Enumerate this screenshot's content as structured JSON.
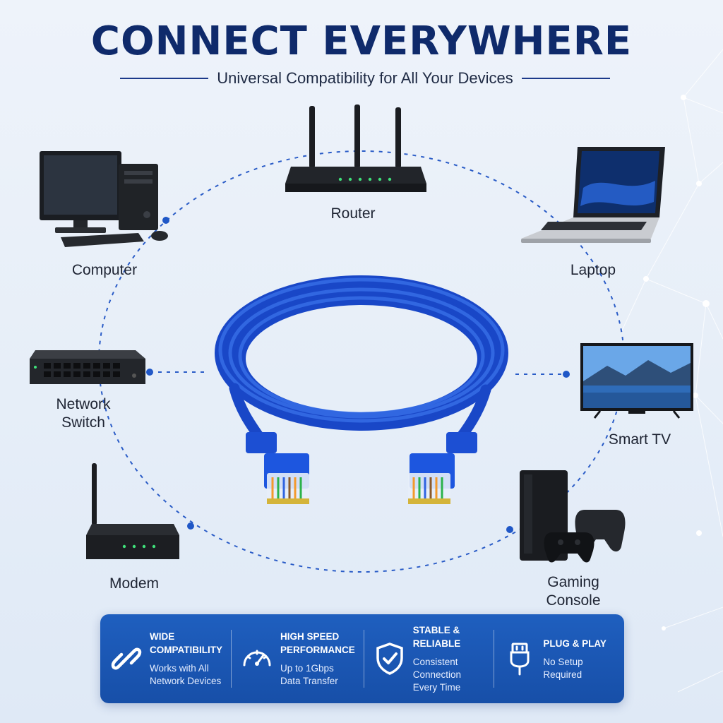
{
  "header": {
    "title": "CONNECT EVERYWHERE",
    "subtitle": "Universal Compatibility for All Your Devices"
  },
  "devices": {
    "computer": "Computer",
    "router": "Router",
    "laptop": "Laptop",
    "network_switch": "Network\nSwitch",
    "smart_tv": "Smart TV",
    "modem": "Modem",
    "gaming_console": "Gaming\nConsole"
  },
  "features": [
    {
      "icon": "link-icon",
      "title": "WIDE\nCOMPATIBILITY",
      "desc": "Works with All\nNetwork Devices"
    },
    {
      "icon": "speedometer-icon",
      "title": "HIGH SPEED\nPERFORMANCE",
      "desc": "Up to 1Gbps\nData Transfer"
    },
    {
      "icon": "shield-check-icon",
      "title": "STABLE &\nRELIABLE",
      "desc": "Consistent Connection\nEvery Time"
    },
    {
      "icon": "plug-icon",
      "title": "PLUG & PLAY",
      "desc": "No Setup\nRequired"
    }
  ],
  "colors": {
    "title": "#0f2a6b",
    "cable": "#1d4fd6",
    "feature_bar": "#1f5fbf",
    "dotted_ring": "#2a5cc7"
  }
}
